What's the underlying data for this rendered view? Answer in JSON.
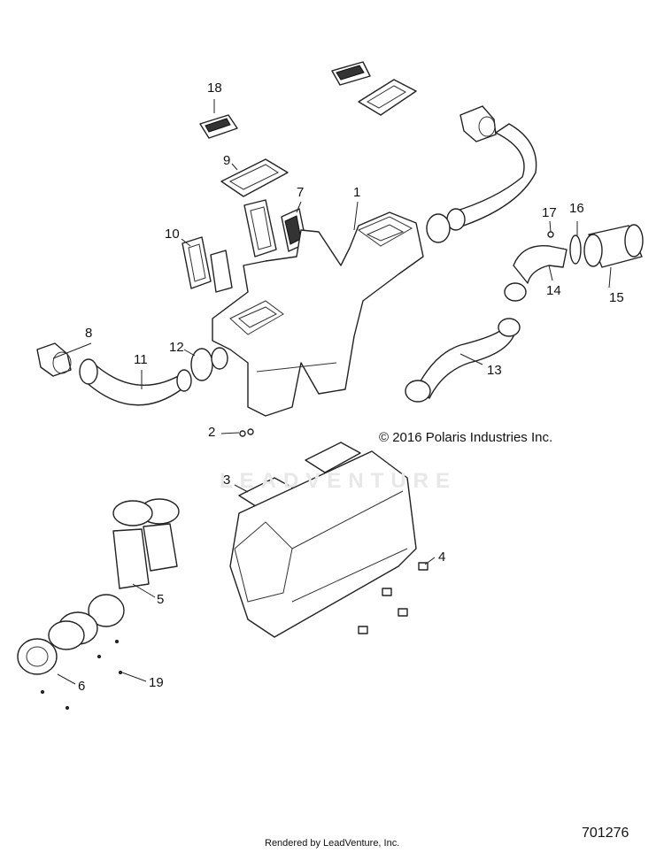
{
  "copyright": "© 2016 Polaris Industries Inc.",
  "figure_id": "701276",
  "rendered_by": "Rendered by LeadVenture, Inc.",
  "watermark": "LEADVENTURE",
  "callouts": {
    "c1": "1",
    "c2": "2",
    "c3": "3",
    "c4": "4",
    "c5": "5",
    "c6": "6",
    "c7": "7",
    "c8": "8",
    "c9": "9",
    "c10": "10",
    "c11": "11",
    "c12": "12",
    "c13": "13",
    "c14": "14",
    "c15": "15",
    "c16": "16",
    "c17": "17",
    "c18": "18",
    "c19": "19"
  }
}
